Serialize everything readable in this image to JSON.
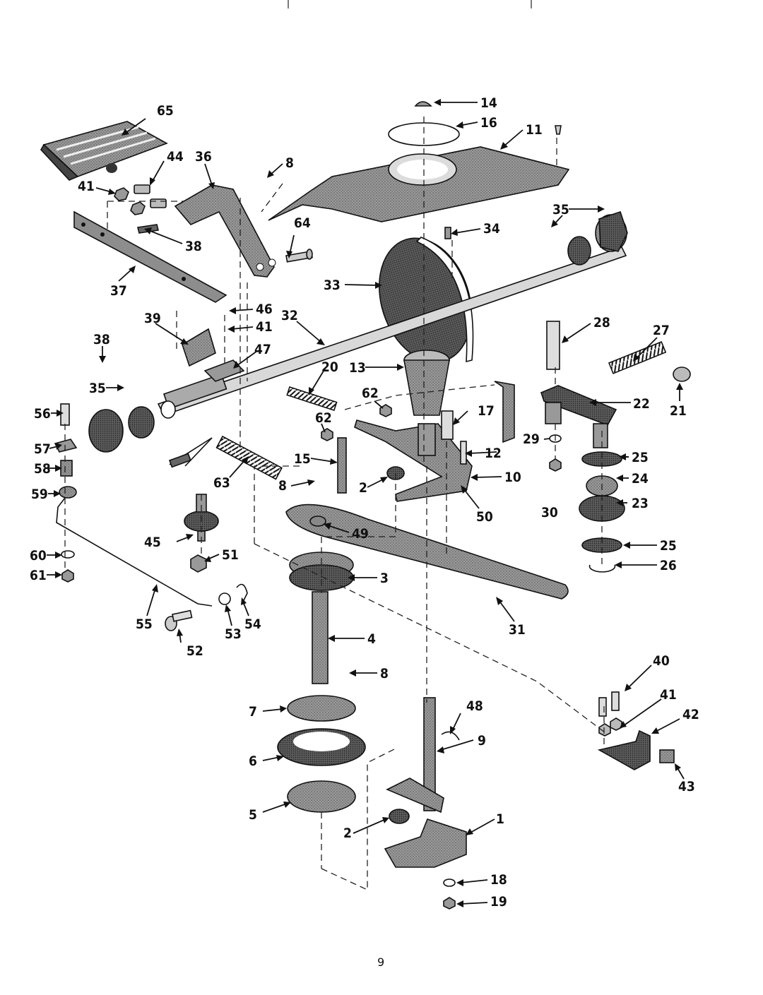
{
  "page_number": "9",
  "callouts": {
    "c1": "1",
    "c2a": "2",
    "c2b": "2",
    "c3": "3",
    "c4": "4",
    "c5": "5",
    "c6": "6",
    "c7": "7",
    "c8a": "8",
    "c8b": "8",
    "c8c": "8",
    "c9": "9",
    "c10": "10",
    "c11": "11",
    "c12": "12",
    "c13": "13",
    "c14": "14",
    "c15": "15",
    "c16": "16",
    "c17": "17",
    "c18": "18",
    "c19": "19",
    "c20": "20",
    "c21": "21",
    "c22": "22",
    "c23": "23",
    "c24": "24",
    "c25a": "25",
    "c25b": "25",
    "c26": "26",
    "c27": "27",
    "c28": "28",
    "c29": "29",
    "c30": "30",
    "c31": "31",
    "c32": "32",
    "c33": "33",
    "c34": "34",
    "c35a": "35",
    "c35b": "35",
    "c36": "36",
    "c37": "37",
    "c38a": "38",
    "c38b": "38",
    "c39": "39",
    "c40": "40",
    "c41a": "41",
    "c41b": "41",
    "c41c": "41",
    "c42": "42",
    "c43": "43",
    "c44": "44",
    "c45": "45",
    "c46": "46",
    "c47": "47",
    "c48": "48",
    "c49": "49",
    "c50": "50",
    "c51": "51",
    "c52": "52",
    "c53": "53",
    "c54": "54",
    "c55": "55",
    "c56": "56",
    "c57": "57",
    "c58": "58",
    "c59": "59",
    "c60": "60",
    "c61": "61",
    "c62a": "62",
    "c62b": "62",
    "c63": "63",
    "c64": "64",
    "c65": "65"
  },
  "colors": {
    "ink": "#111111",
    "shade_dark": "#555555",
    "shade_mid": "#8a8a8a",
    "shade_light": "#c8c8c8",
    "paper": "#ffffff"
  }
}
